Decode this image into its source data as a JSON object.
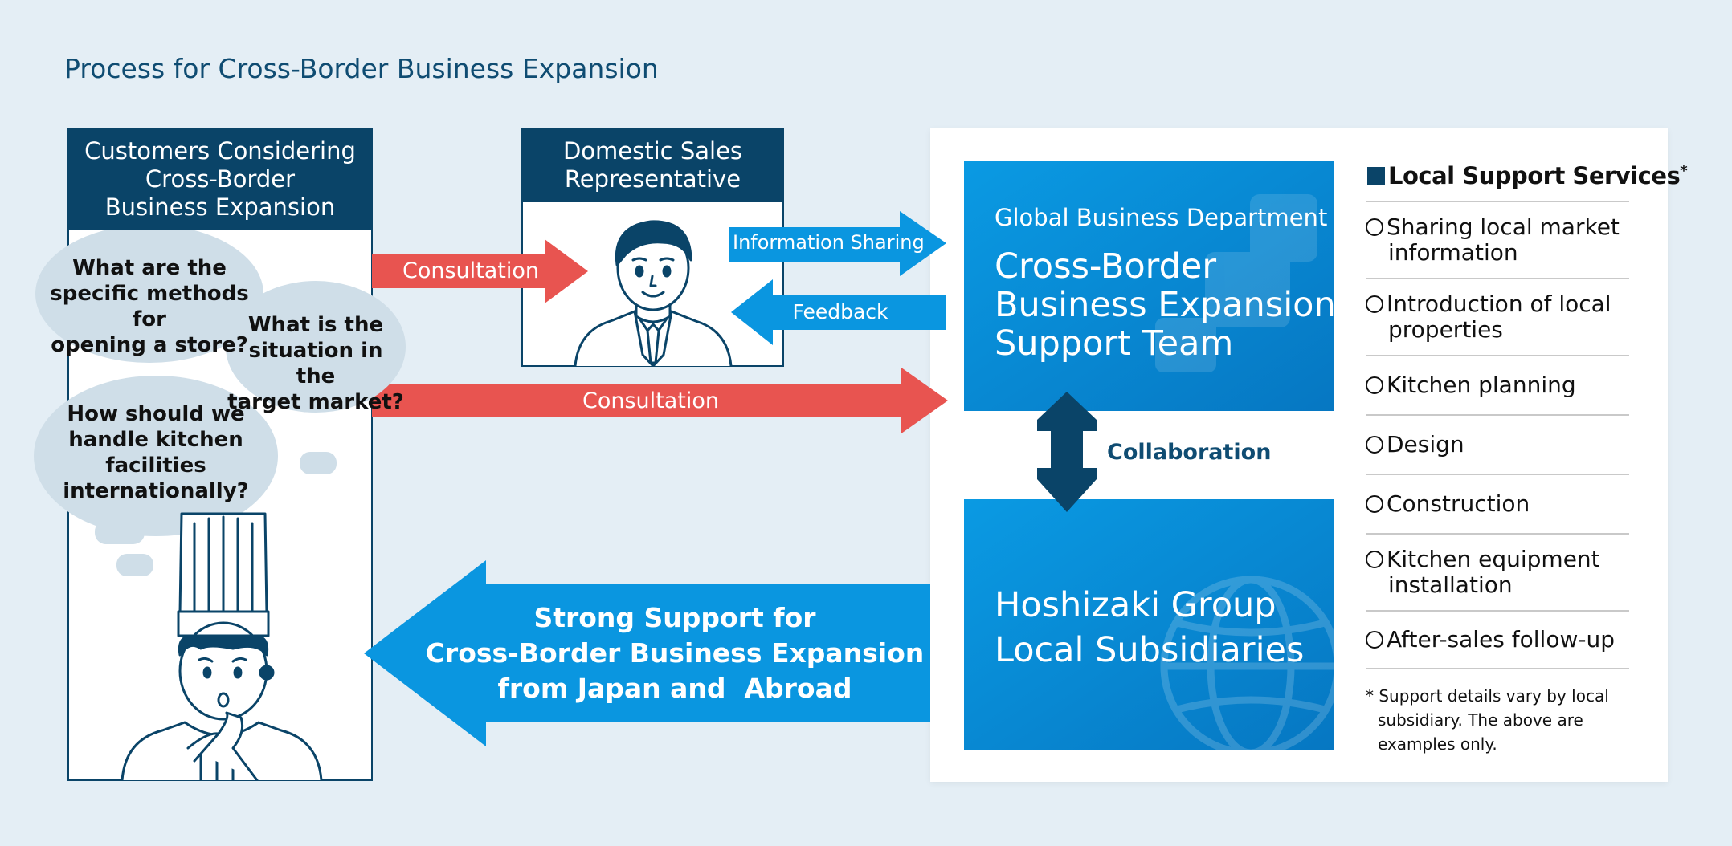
{
  "title": "Process for Cross-Border Business Expansion",
  "customers": {
    "heading": [
      "Customers Considering",
      "Cross-Border",
      "Business Expansion"
    ],
    "questions": [
      [
        "What are the",
        "specific methods for",
        "opening a store?"
      ],
      [
        "What is the",
        "situation in the",
        "target market?"
      ],
      [
        "How should we",
        "handle kitchen",
        "facilities",
        "internationally?"
      ]
    ]
  },
  "representative": {
    "heading": [
      "Domestic Sales",
      "Representative"
    ]
  },
  "arrows": {
    "consultation_top": "Consultation",
    "consultation_bottom": "Consultation",
    "information_sharing": "Information Sharing",
    "feedback": "Feedback",
    "collaboration": "Collaboration",
    "strong_support": [
      "Strong Support for",
      "Cross-Border Business Expansion",
      "from Japan and  Abroad"
    ]
  },
  "support_team": {
    "department": "Global Business Department",
    "name": [
      "Cross-Border",
      "Business Expansion",
      "Support Team"
    ]
  },
  "subsidiaries": {
    "name": [
      "Hoshizaki Group",
      "Local Subsidiaries"
    ]
  },
  "services": {
    "title": "Local Support Services",
    "title_mark": "*",
    "items": [
      [
        "Sharing local market",
        "information"
      ],
      [
        "Introduction of local",
        "properties"
      ],
      [
        "Kitchen planning"
      ],
      [
        "Design"
      ],
      [
        "Construction"
      ],
      [
        "Kitchen equipment",
        "installation"
      ],
      [
        "After-sales follow-up"
      ]
    ],
    "note": [
      "* Support details vary by local",
      "subsidiary. The above are",
      "examples only."
    ]
  },
  "colors": {
    "navy": "#0a4468",
    "blue": "#0a96e0",
    "red": "#e85450",
    "bubble": "#cfdee8",
    "background": "#e4eef5"
  },
  "icons": {
    "representative": "businessman-icon",
    "customer": "chef-icon",
    "subsidiaries_watermark": "globe-icon",
    "team_watermark": "cube-icon"
  }
}
